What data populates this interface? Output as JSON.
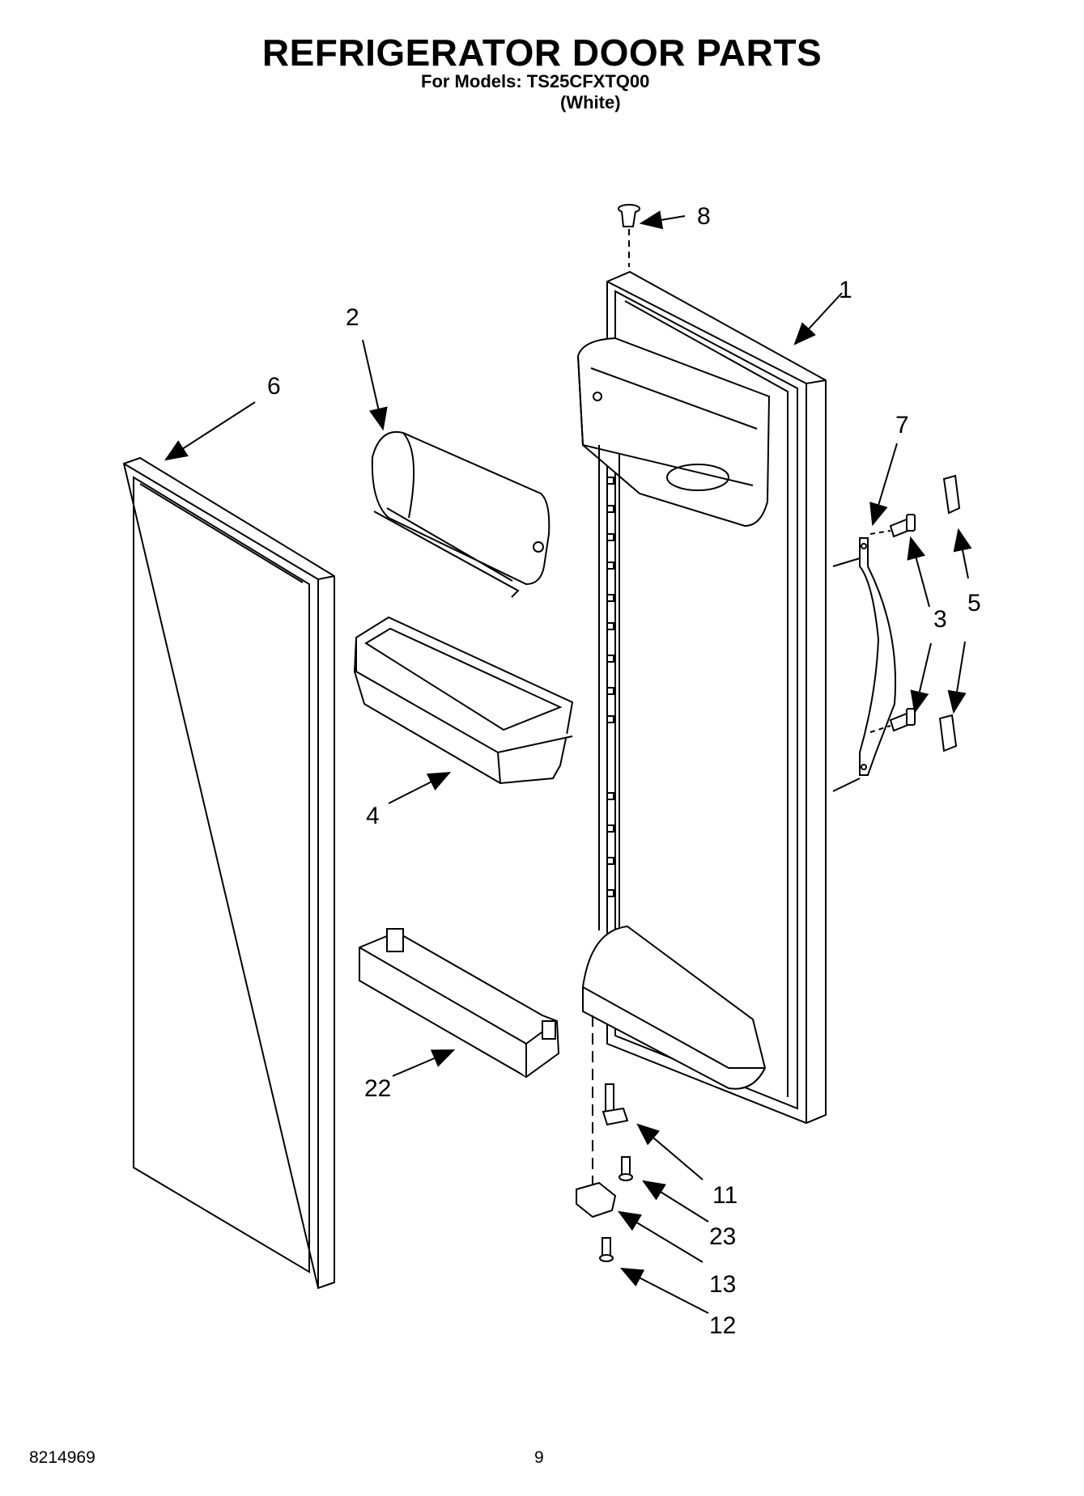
{
  "header": {
    "title": "REFRIGERATOR DOOR PARTS",
    "models_line": "For Models: TS25CFXTQ00",
    "color_line": "(White)"
  },
  "footer": {
    "doc_number": "8214969",
    "page_number": "9"
  },
  "callouts": {
    "c1": "1",
    "c2": "2",
    "c3": "3",
    "c4": "4",
    "c5": "5",
    "c6": "6",
    "c7": "7",
    "c8": "8",
    "c11": "11",
    "c12": "12",
    "c13": "13",
    "c22": "22",
    "c23": "23"
  }
}
